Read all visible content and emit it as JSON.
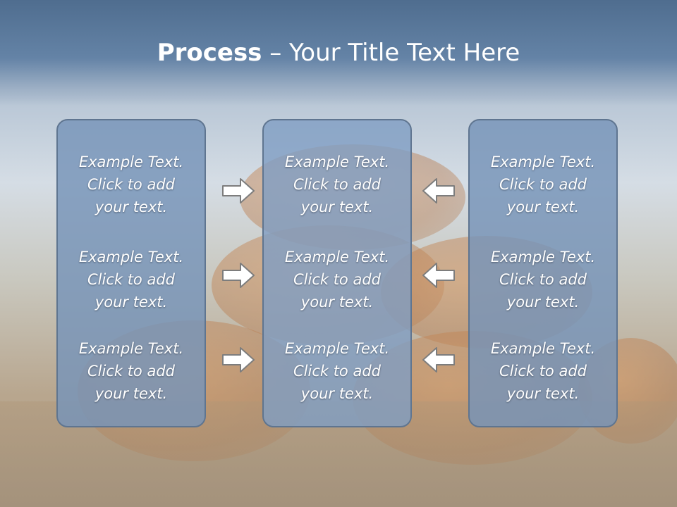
{
  "slide": {
    "title_bold": "Process",
    "title_rest": " – Your Title Text Here"
  },
  "columns": [
    {
      "items": [
        {
          "line1": "Example Text.",
          "line2": "Click  to add",
          "line3": "your text."
        },
        {
          "line1": "Example Text.",
          "line2": "Click  to add",
          "line3": "your text."
        },
        {
          "line1": "Example Text.",
          "line2": "Click  to add",
          "line3": "your text."
        }
      ]
    },
    {
      "items": [
        {
          "line1": "Example Text.",
          "line2": "Click  to add",
          "line3": "your text."
        },
        {
          "line1": "Example Text.",
          "line2": "Click  to add",
          "line3": "your text."
        },
        {
          "line1": "Example Text.",
          "line2": "Click  to add",
          "line3": "your text."
        }
      ]
    },
    {
      "items": [
        {
          "line1": "Example Text.",
          "line2": "Click  to add",
          "line3": "your text."
        },
        {
          "line1": "Example Text.",
          "line2": "Click  to add",
          "line3": "your text."
        },
        {
          "line1": "Example Text.",
          "line2": "Click  to add",
          "line3": "your text."
        }
      ]
    }
  ],
  "arrows": {
    "left_group": [
      "right-arrow-icon",
      "right-arrow-icon",
      "right-arrow-icon"
    ],
    "right_group": [
      "left-arrow-icon",
      "left-arrow-icon",
      "left-arrow-icon"
    ]
  },
  "colors": {
    "title_band": "#5a7899",
    "box_fill": "#7694b8",
    "box_border": "#5f7590",
    "text": "#ffffff"
  }
}
